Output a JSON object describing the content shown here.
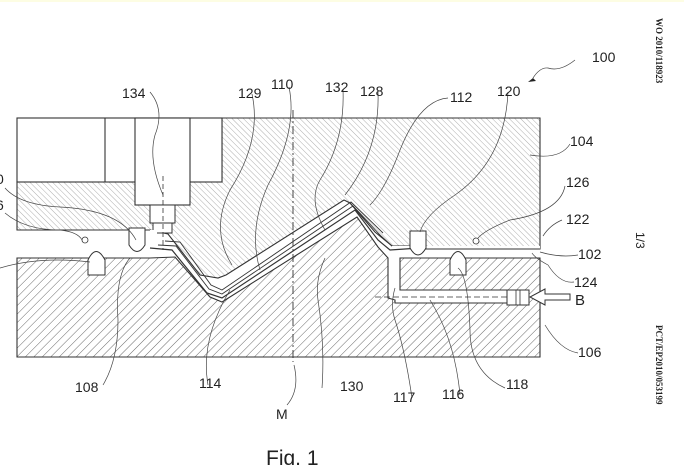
{
  "document": {
    "publication_number": "WO 2010/118923",
    "application_number": "PCT/EP2010/053199",
    "sheet": "1/3",
    "figure_caption": "Fig. 1"
  },
  "figure": {
    "overall_reference": "100",
    "axis_label": "M",
    "arrow_label": "B",
    "reference_numerals": {
      "n100": "100",
      "n102": "102",
      "n104": "104",
      "n106": "106",
      "n108": "108",
      "n110": "110",
      "n112": "112",
      "n114": "114",
      "n116": "116",
      "n117": "117",
      "n118": "118",
      "n120": "120",
      "n122": "122",
      "n124": "124",
      "n126": "126",
      "n128": "128",
      "n129": "129",
      "n130": "130",
      "n132": "132",
      "n134": "134",
      "left_partial_a": "0",
      "left_partial_b": "6"
    }
  },
  "colors": {
    "line": "#333333",
    "hatch": "#555555",
    "top_band": "#fdfde3",
    "background": "#ffffff"
  }
}
